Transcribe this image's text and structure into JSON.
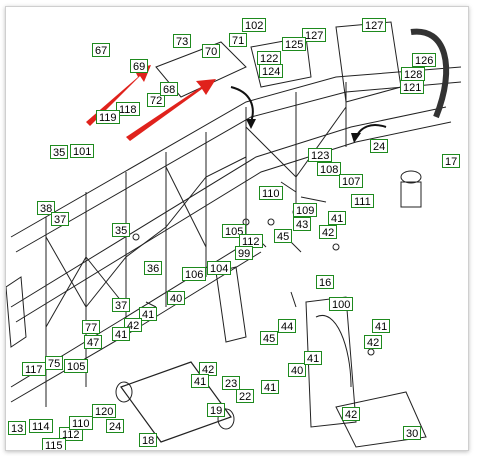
{
  "labels": [
    "67",
    "73",
    "70",
    "71",
    "102",
    "127",
    "127",
    "122",
    "125",
    "124",
    "126",
    "128",
    "121",
    "69",
    "72",
    "68",
    "118",
    "119",
    "35",
    "101",
    "123",
    "24",
    "17",
    "108",
    "107",
    "110",
    "111",
    "109",
    "38",
    "37",
    "43",
    "41",
    "42",
    "105",
    "112",
    "45",
    "99",
    "35",
    "36",
    "106",
    "104",
    "16",
    "37",
    "40",
    "100",
    "41",
    "42",
    "44",
    "45",
    "41",
    "77",
    "47",
    "41",
    "42",
    "117",
    "75",
    "105",
    "42",
    "41",
    "40",
    "41",
    "42",
    "23",
    "22",
    "41",
    "120",
    "24",
    "114",
    "13",
    "112",
    "110",
    "115",
    "18",
    "19",
    "30"
  ]
}
